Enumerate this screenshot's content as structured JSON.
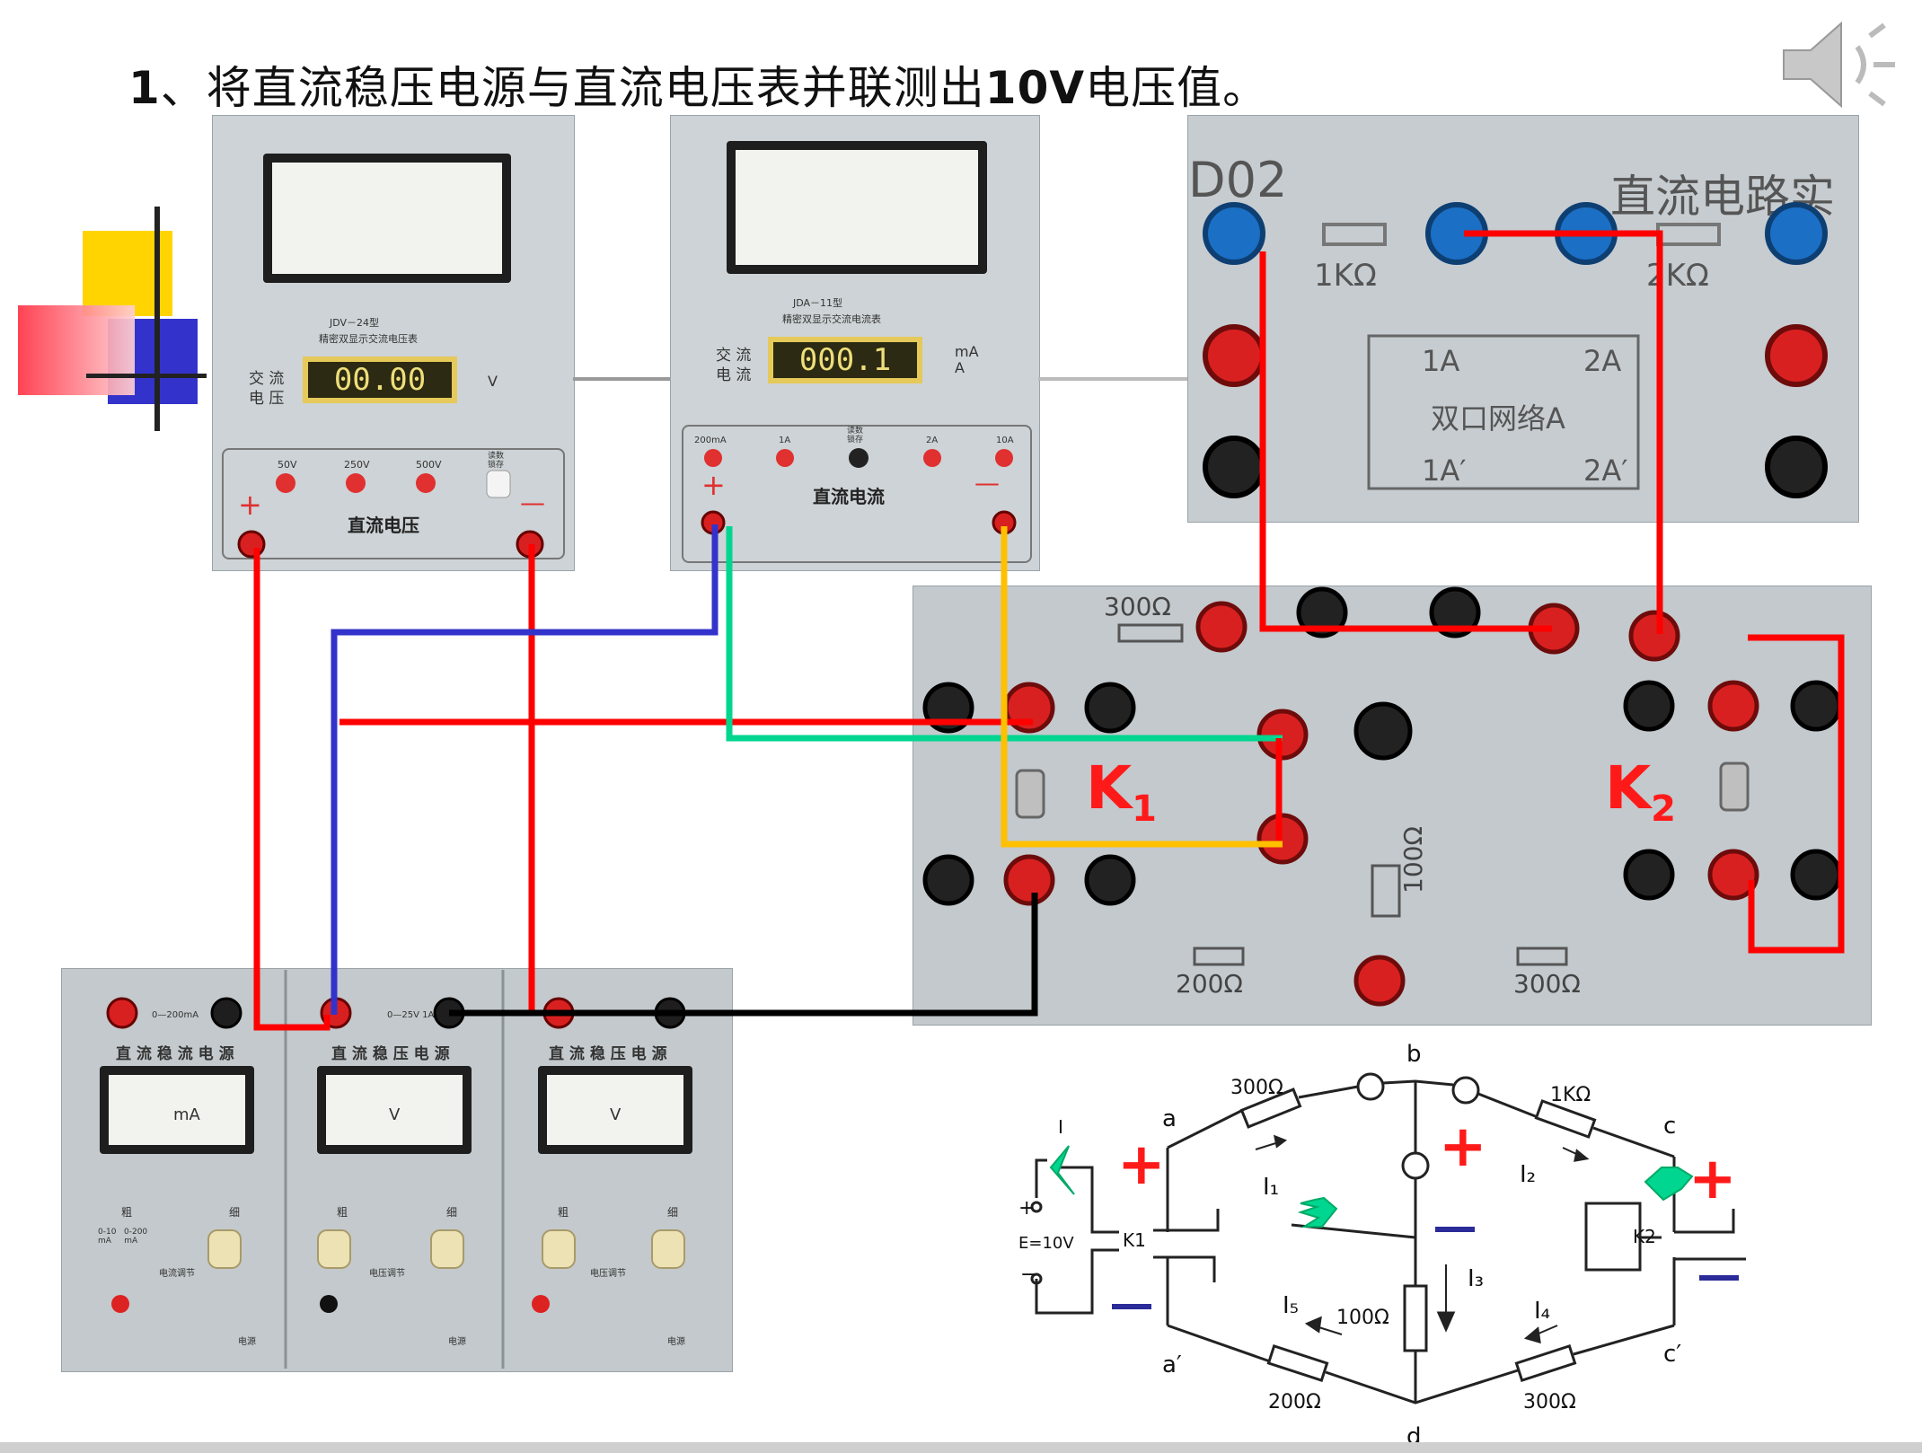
{
  "title": {
    "num": "1",
    "part1": "、将直流稳压电源与直流电压表并联测出",
    "bold": "10V",
    "part2": "电压值。"
  },
  "icons": {
    "speaker": "speaker-icon"
  },
  "voltmeter": {
    "model": "JDV－24型",
    "desc": "精密双显示交流电压表",
    "side_label": "交 流\n电 压",
    "reading": "00.00",
    "unit": "V",
    "ranges": [
      "50V",
      "250V",
      "500V"
    ],
    "hold": "读数\n锁存",
    "panel_name": "直流电压",
    "plus": "+",
    "minus": "—"
  },
  "ammeter": {
    "model": "JDA－11型",
    "desc": "精密双显示交流电流表",
    "side_label": "交 流\n电 流",
    "reading": "000.1",
    "unit": "mA\nA",
    "ranges": [
      "200mA",
      "1A",
      "2A",
      "10A"
    ],
    "hold": "读数\n锁存",
    "panel_name": "直流电流",
    "plus": "+",
    "minus": "—"
  },
  "dc_board": {
    "code": "D02",
    "name": "直流电路实",
    "r1": "1KΩ",
    "r2": "2KΩ",
    "port_1A": "1A",
    "port_2A": "2A",
    "port_1A_prime": "1A′",
    "port_2A_prime": "2A′",
    "network": "双口网络A"
  },
  "main_board": {
    "r_300_top": "300Ω",
    "r_100": "100Ω",
    "r_200": "200Ω",
    "r_300_bottom": "300Ω",
    "k1": "K",
    "k1_sub": "1",
    "k2": "K",
    "k2_sub": "2"
  },
  "supply": {
    "left_title": "直 流 稳 流 电 源",
    "mid_title": "直 流 稳 压 电 源",
    "right_title": "直 流 稳 压 电 源",
    "left_range": "0—200mA",
    "mid_range": "0—25V 1A",
    "left_meter": "mA",
    "mid_meter": "V",
    "right_meter": "V",
    "coarse": "粗",
    "fine": "细",
    "cur_adj": "电流调节",
    "volt_adj": "电压调节",
    "power": "电源",
    "switch_labels": "0-10   0-200\nmA     mA"
  },
  "schematic": {
    "node_a": "a",
    "node_a_prime": "a′",
    "node_b": "b",
    "node_c": "c",
    "node_c_prime": "c′",
    "node_d": "d",
    "r_ab": "300Ω",
    "r_bc": "1KΩ",
    "r_bd": "100Ω",
    "r_ad": "200Ω",
    "r_cd": "300Ω",
    "i1": "I₁",
    "i2": "I₂",
    "i3": "I₃",
    "i4": "I₄",
    "i5": "I₅",
    "source": "E=10V",
    "k1": "K1",
    "k2": "K2",
    "I": "I",
    "src_plus": "+",
    "src_minus": "−",
    "big_plus": "+",
    "big_minus": "−"
  },
  "colors": {
    "red_wire": "#ff0000",
    "blue_wire": "#3333cc",
    "green_wire": "#00d68f",
    "yellow_wire": "#ffc000",
    "black_wire": "#000000",
    "accent_red": "#ff1a1a",
    "minus_blue": "#2b2b99"
  }
}
